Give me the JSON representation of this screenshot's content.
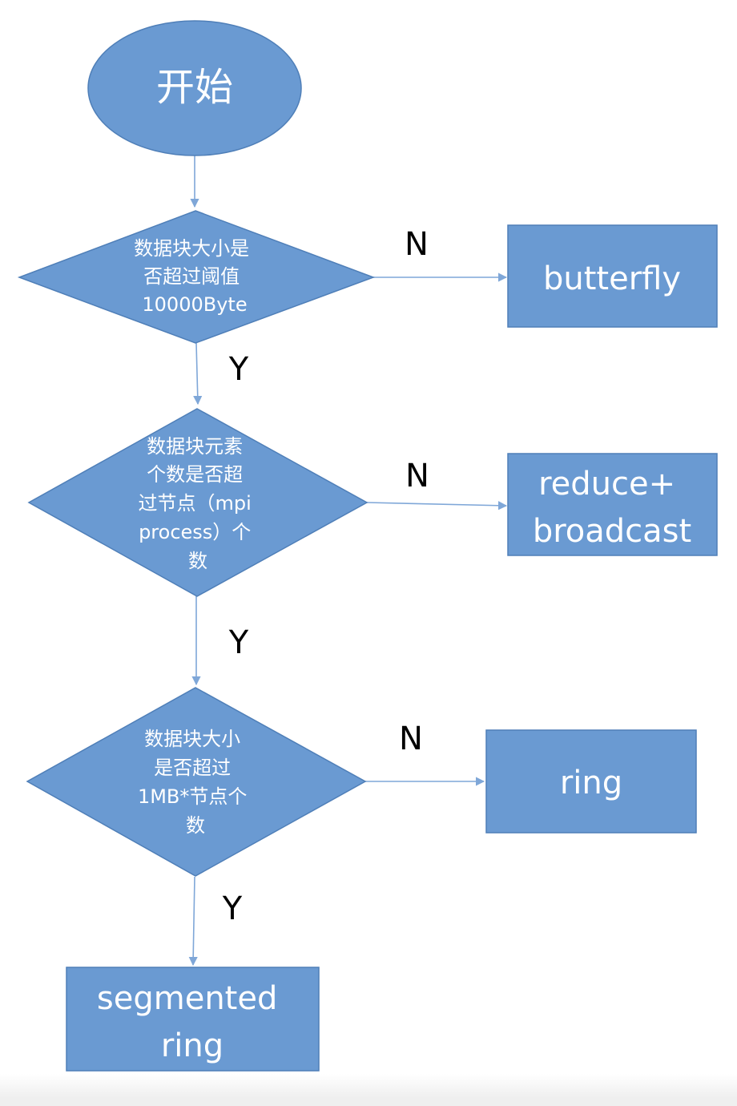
{
  "colors": {
    "shape_fill": "#6A9AD2",
    "shape_stroke": "#4F7FB8",
    "connector": "#7FA7D8",
    "shape_text": "#FFFFFF",
    "label_text": "#000000"
  },
  "nodes": {
    "start": {
      "label": "开始"
    },
    "decision_1": {
      "lines": [
        "数据块大小是",
        "否超过阈值",
        "10000Byte"
      ]
    },
    "decision_2": {
      "lines": [
        "数据块元素",
        "个数是否超",
        "过节点（mpi",
        "process）个",
        "数"
      ]
    },
    "decision_3": {
      "lines": [
        "数据块大小",
        "是否超过",
        "1MB*节点个",
        "数"
      ]
    },
    "butterfly": {
      "lines": [
        "butterfly"
      ]
    },
    "reduce_broadcast": {
      "lines": [
        "reduce+",
        "broadcast"
      ]
    },
    "ring": {
      "lines": [
        "ring"
      ]
    },
    "segmented_ring": {
      "lines": [
        "segmented",
        "ring"
      ]
    }
  },
  "edges": {
    "d1_no": "N",
    "d1_yes": "Y",
    "d2_no": "N",
    "d2_yes": "Y",
    "d3_no": "N",
    "d3_yes": "Y"
  }
}
